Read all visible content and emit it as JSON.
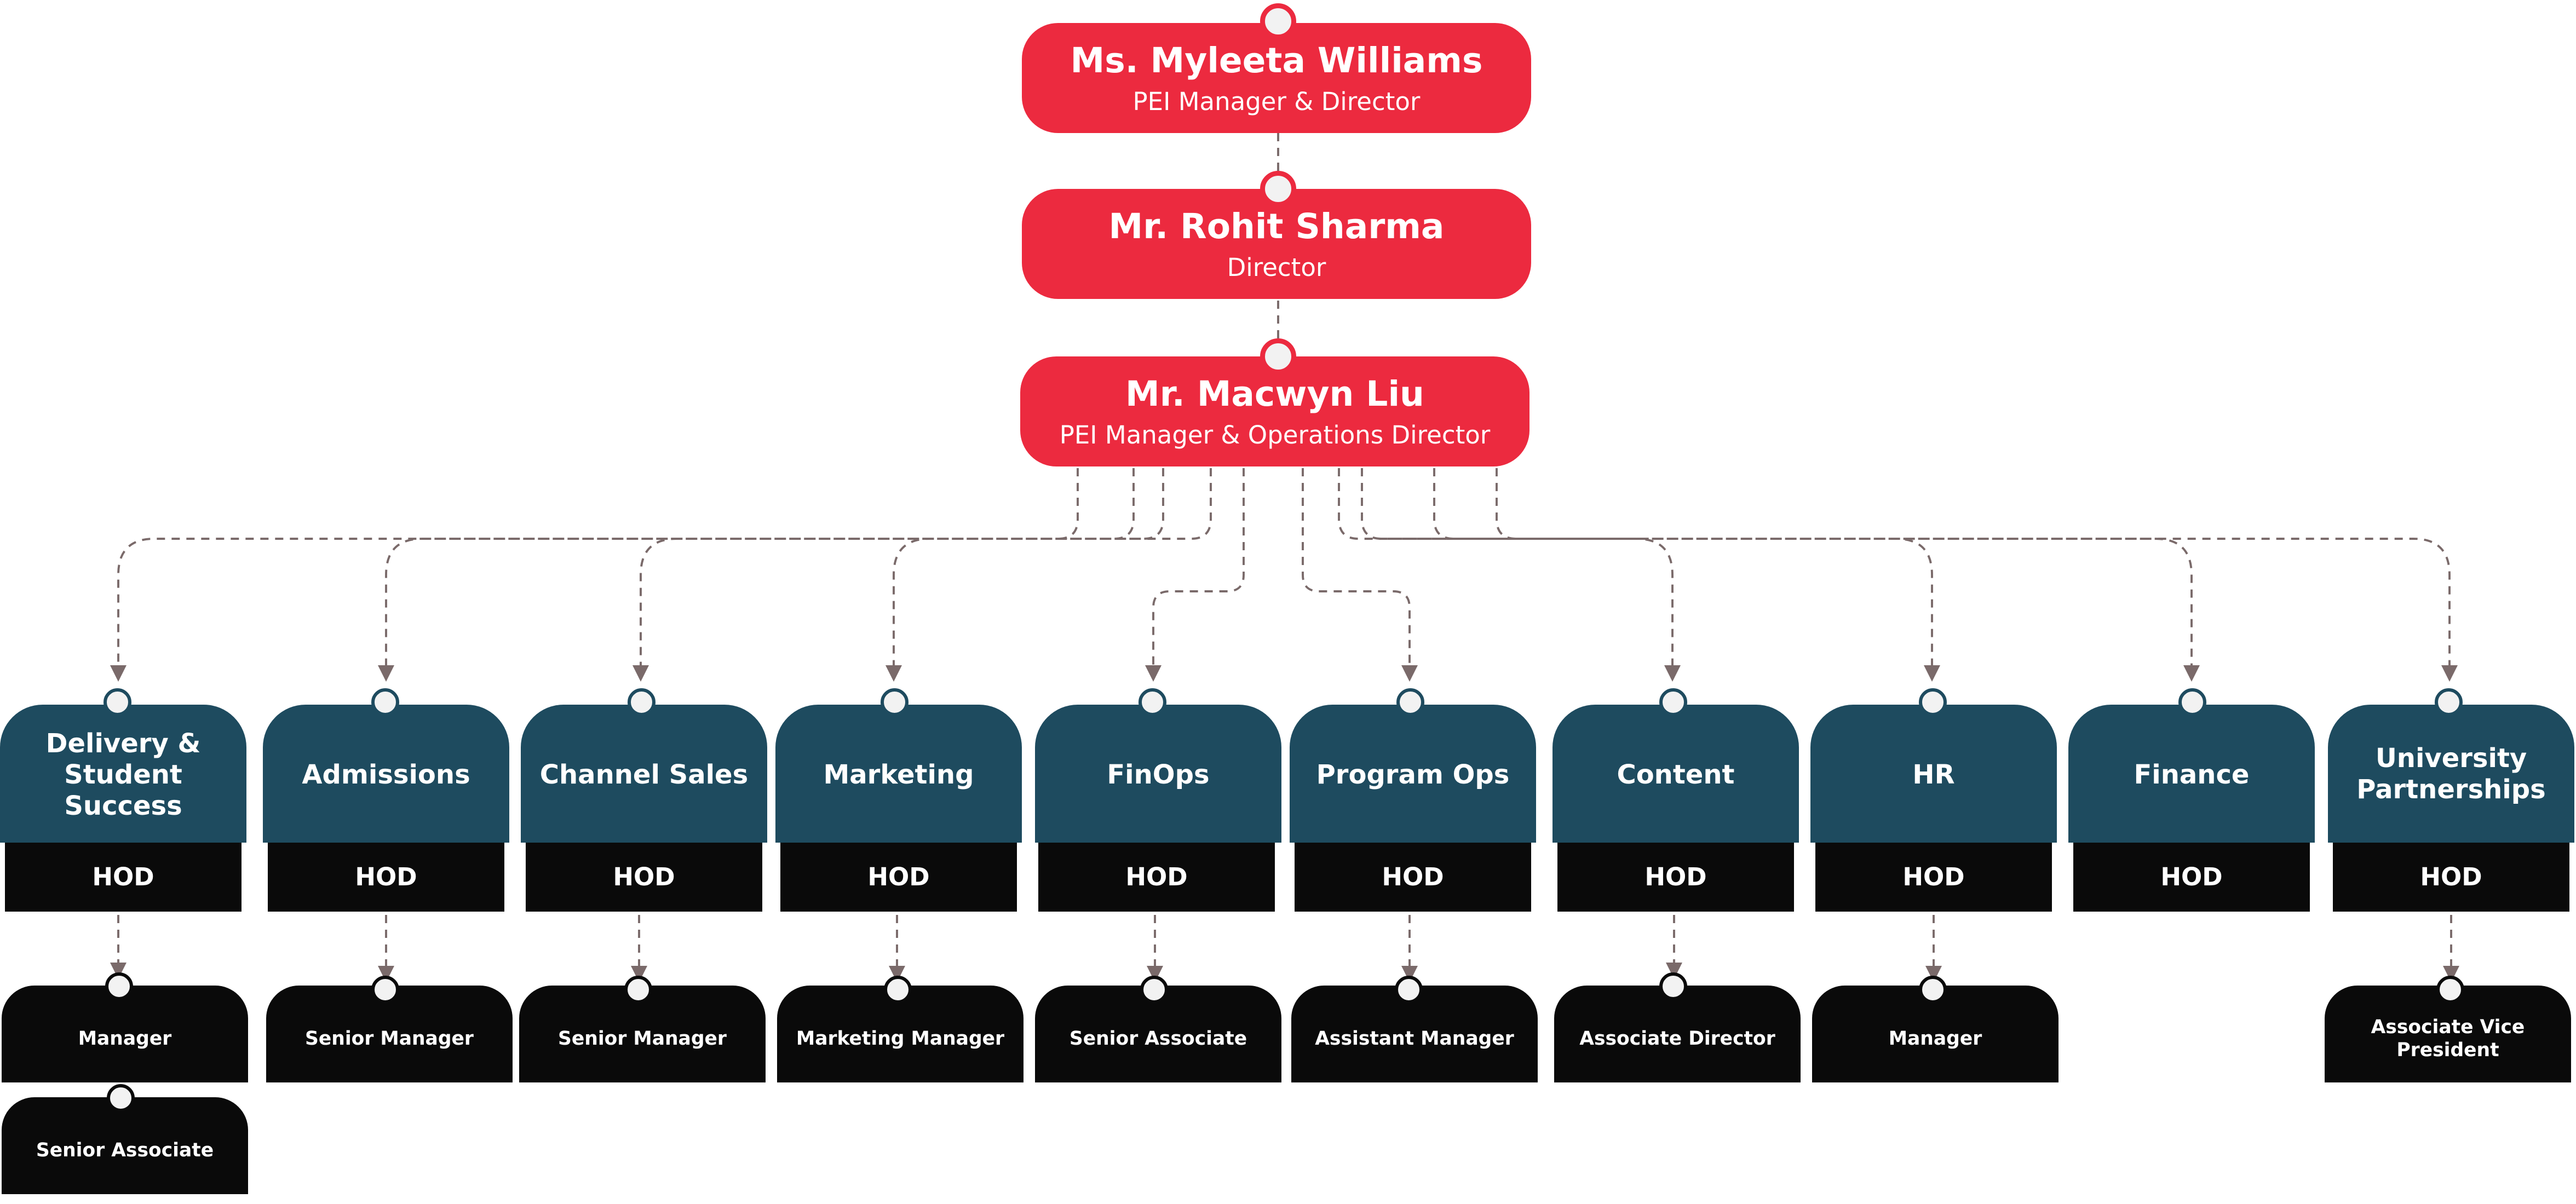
{
  "executives": [
    {
      "name": "Ms. Myleeta Williams",
      "title": "PEI Manager & Director"
    },
    {
      "name": "Mr. Rohit Sharma",
      "title": "Director"
    },
    {
      "name": "Mr. Macwyn Liu",
      "title": "PEI Manager & Operations Director"
    }
  ],
  "departments": [
    {
      "name": "Delivery & Student Success",
      "head": "HOD",
      "reports": [
        "Manager",
        "Senior Associate"
      ]
    },
    {
      "name": "Admissions",
      "head": "HOD",
      "reports": [
        "Senior Manager"
      ]
    },
    {
      "name": "Channel Sales",
      "head": "HOD",
      "reports": [
        "Senior Manager"
      ]
    },
    {
      "name": "Marketing",
      "head": "HOD",
      "reports": [
        "Marketing Manager"
      ]
    },
    {
      "name": "FinOps",
      "head": "HOD",
      "reports": [
        "Senior Associate"
      ]
    },
    {
      "name": "Program Ops",
      "head": "HOD",
      "reports": [
        "Assistant Manager"
      ]
    },
    {
      "name": "Content",
      "head": "HOD",
      "reports": [
        "Associate Director"
      ]
    },
    {
      "name": "HR",
      "head": "HOD",
      "reports": [
        "Manager"
      ]
    },
    {
      "name": "Finance",
      "head": "HOD",
      "reports": []
    },
    {
      "name": "University Partnerships",
      "head": "HOD",
      "reports": [
        "Associate Vice President"
      ]
    }
  ],
  "colors": {
    "executive": "#ec2a3f",
    "department": "#1e4b5f",
    "hod": "#0a0a0a",
    "connector": "#7a6a6a"
  }
}
